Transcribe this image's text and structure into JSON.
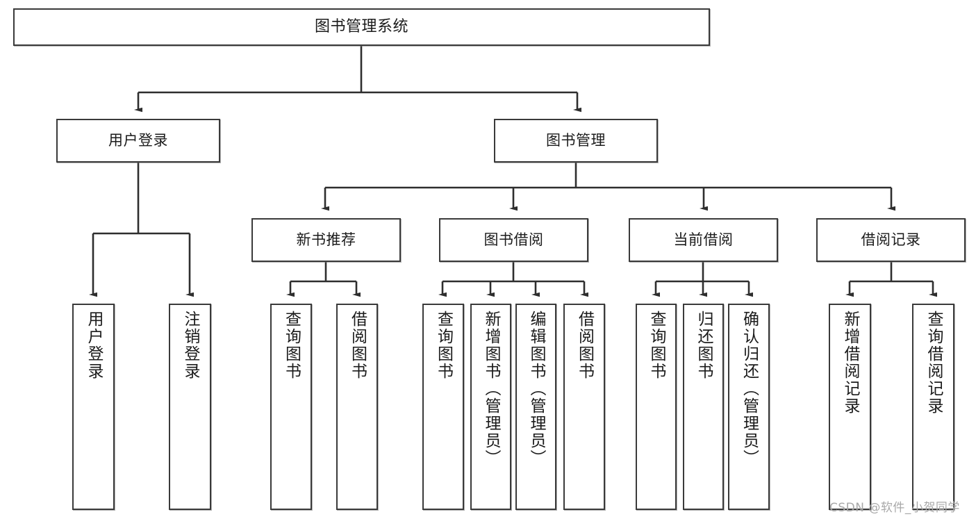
{
  "diagram": {
    "title": "图书管理系统",
    "type": "tree-structure-chart",
    "colors": {
      "box_border": "#3a3a3a",
      "box_fill": "#ffffff",
      "text": "#1b1b1b",
      "edge": "#2e2e2e",
      "watermark": "#a8a8a8"
    }
  },
  "watermark": {
    "text": "CSDN @软件_小贺同学"
  },
  "nodes": {
    "root": {
      "label": "图书管理系统"
    },
    "level2": [
      {
        "label": "用户登录"
      },
      {
        "label": "图书管理"
      }
    ],
    "level3": [
      {
        "label": "新书推荐"
      },
      {
        "label": "图书借阅"
      },
      {
        "label": "当前借阅"
      },
      {
        "label": "借阅记录"
      }
    ],
    "leaves": {
      "user_login": [
        {
          "label": "用户登录"
        },
        {
          "label": "注销登录"
        }
      ],
      "new_book_recommend": [
        {
          "label": "查询图书"
        },
        {
          "label": "借阅图书"
        }
      ],
      "book_borrow": [
        {
          "label": "查询图书"
        },
        {
          "label": "新增图书（管理员）"
        },
        {
          "label": "编辑图书（管理员）"
        },
        {
          "label": "借阅图书"
        }
      ],
      "current_borrow": [
        {
          "label": "查询图书"
        },
        {
          "label": "归还图书"
        },
        {
          "label": "确认归还（管理员）"
        }
      ],
      "borrow_record": [
        {
          "label": "新增借阅记录"
        },
        {
          "label": "查询借阅记录"
        }
      ]
    }
  }
}
